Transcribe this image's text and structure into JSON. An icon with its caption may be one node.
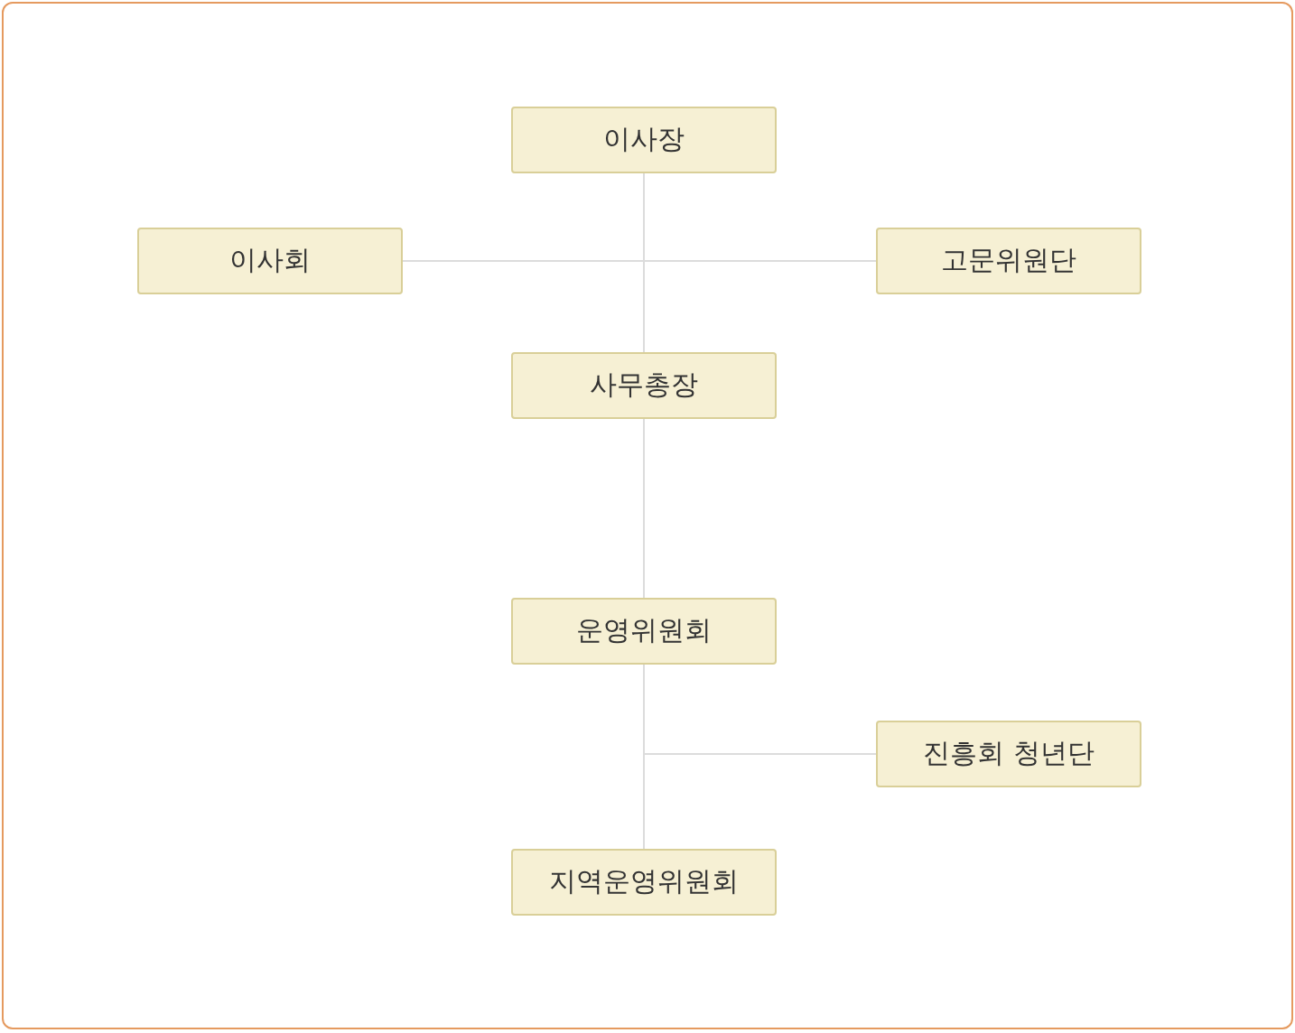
{
  "diagram": {
    "nodes": [
      {
        "text": [
          "이사장"
        ]
      },
      {
        "text": [
          "이사회"
        ]
      },
      {
        "text": [
          "고문위원단"
        ]
      },
      {
        "text": [
          "사무총장"
        ]
      },
      {
        "text": [
          "운영위원회"
        ]
      },
      {
        "text": [
          "진흥회 청년단"
        ]
      },
      {
        "text": [
          "지역운영위원회"
        ]
      }
    ],
    "edges": [
      {
        "from": 0,
        "to": 1,
        "arrow": "none"
      },
      {
        "from": 0,
        "to": 2,
        "arrow": "none"
      },
      {
        "from": 0,
        "to": 3,
        "arrow": "none"
      },
      {
        "from": 3,
        "to": 4,
        "arrow": "none"
      },
      {
        "from": 4,
        "to": 5,
        "arrow": "none"
      },
      {
        "from": 4,
        "to": 6,
        "arrow": "none"
      }
    ]
  }
}
